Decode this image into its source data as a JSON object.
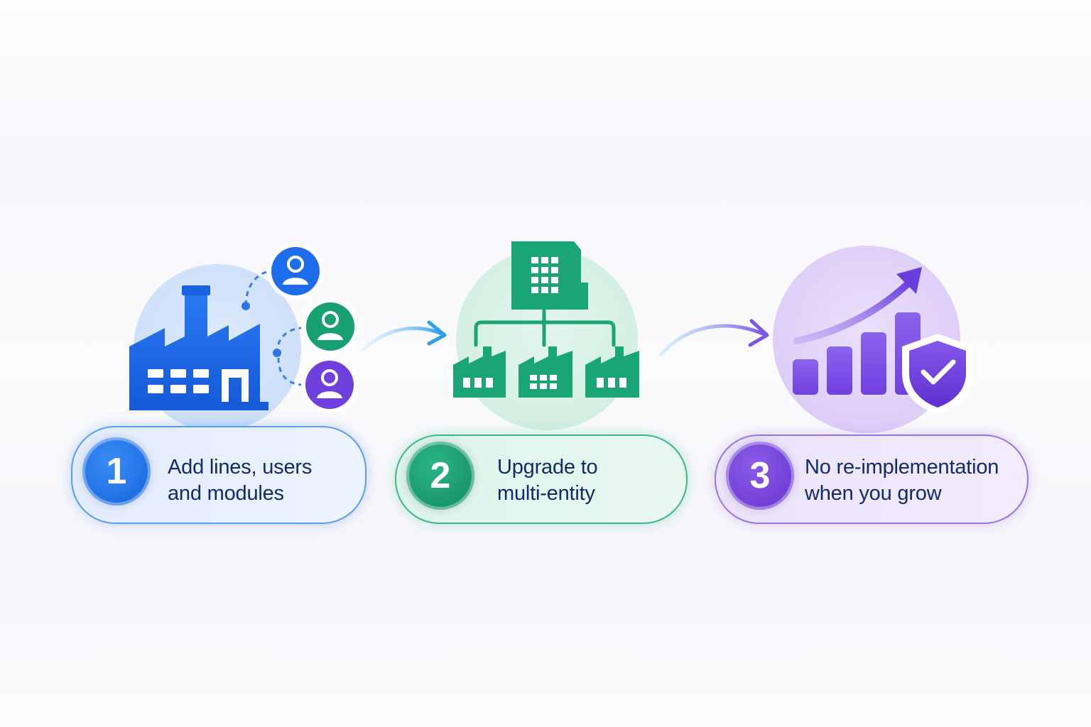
{
  "steps": [
    {
      "number": "1",
      "line1": "Add lines, users",
      "line2": "and modules",
      "color": "#1f6fe8",
      "icon": "factory-with-users-icon"
    },
    {
      "number": "2",
      "line1": "Upgrade to",
      "line2": "multi-entity",
      "color": "#1aa574",
      "icon": "multi-entity-org-icon"
    },
    {
      "number": "3",
      "line1": "No re-implementation",
      "line2": "when you grow",
      "color": "#7444e0",
      "icon": "growth-chart-shield-icon"
    }
  ],
  "connectors": [
    {
      "from": "1",
      "to": "2",
      "color": "#2b9ff0"
    },
    {
      "from": "2",
      "to": "3",
      "color": "#7a55e8"
    }
  ]
}
